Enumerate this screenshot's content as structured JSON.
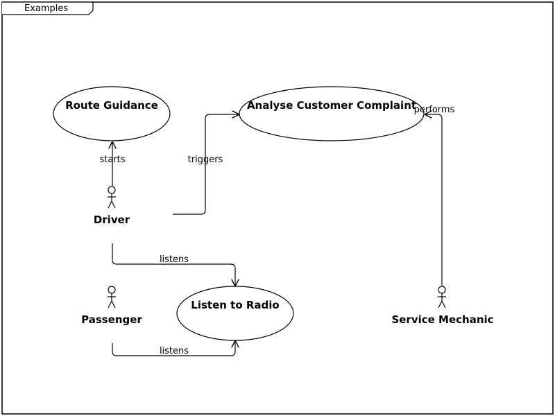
{
  "frame": {
    "title": "Examples"
  },
  "use_cases": [
    {
      "id": "route-guidance",
      "label": "Route Guidance"
    },
    {
      "id": "analyse-customer-complaint",
      "label": "Analyse Customer Complaint"
    },
    {
      "id": "listen-to-radio",
      "label": "Listen to Radio"
    }
  ],
  "actors": [
    {
      "id": "driver",
      "label": "Driver"
    },
    {
      "id": "passenger",
      "label": "Passenger"
    },
    {
      "id": "service-mechanic",
      "label": "Service Mechanic"
    }
  ],
  "relations": [
    {
      "from": "driver",
      "to": "route-guidance",
      "label": "starts"
    },
    {
      "from": "driver",
      "to": "analyse-customer-complaint",
      "label": "triggers"
    },
    {
      "from": "service-mechanic",
      "to": "analyse-customer-complaint",
      "label": "performs"
    },
    {
      "from": "driver",
      "to": "listen-to-radio",
      "label": "listens"
    },
    {
      "from": "passenger",
      "to": "listen-to-radio",
      "label": "listens"
    }
  ]
}
